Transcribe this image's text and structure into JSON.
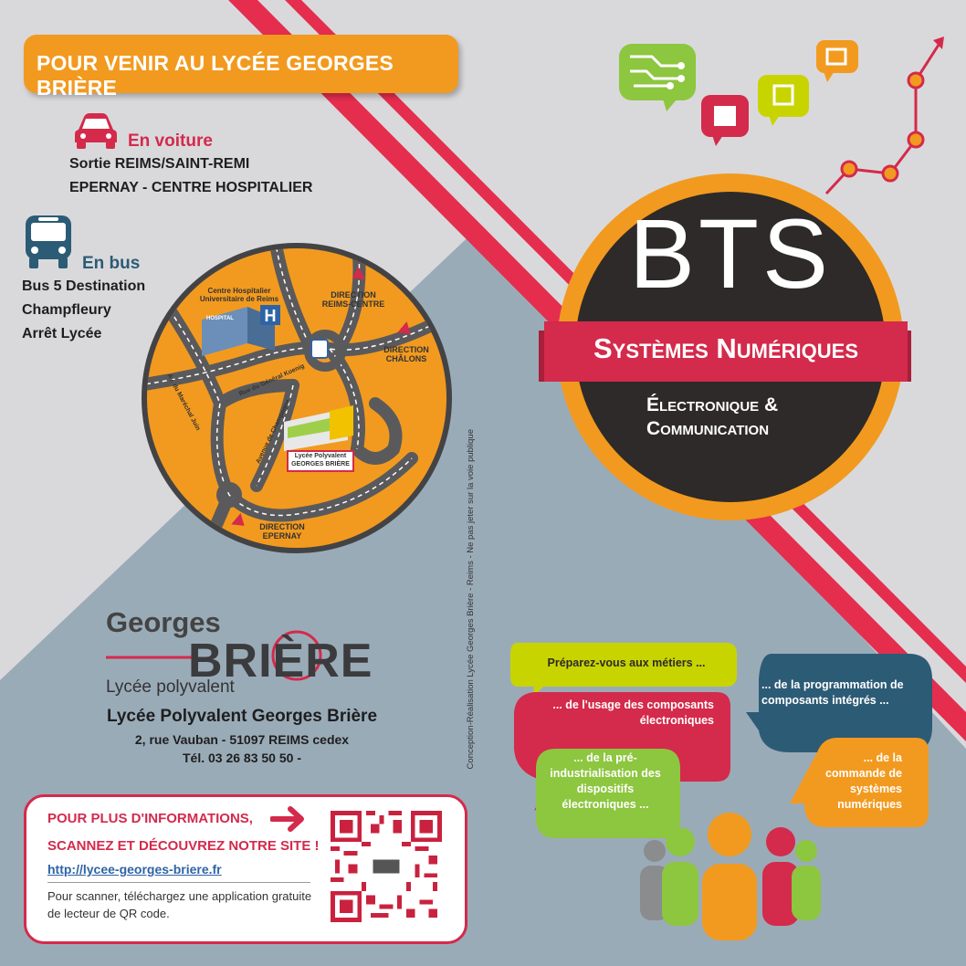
{
  "header": {
    "banner": "POUR VENIR AU LYCÉE GEORGES BRIÈRE"
  },
  "car": {
    "title": "En voiture",
    "line1": "Sortie REIMS/SAINT-REMI",
    "line2": "EPERNAY - CENTRE HOSPITALIER",
    "icon": "car-icon"
  },
  "bus": {
    "title": "En bus",
    "lines": [
      "Bus 5 Destination",
      "Champfleury",
      "Arrêt Lycée"
    ],
    "icon": "bus-icon"
  },
  "map": {
    "hospital": "Centre Hospitalier\nUniversitaire de Reims",
    "hospital_sign": "HOSPITAL",
    "dir_reims": "DIRECTION\nREIMS-CENTRE",
    "dir_chalons": "DIRECTION\nCHÂLONS",
    "dir_epernay": "DIRECTION\nEPERNAY",
    "street1": "Av. du Maréchal Juin",
    "street2": "Rue du Général Koenig",
    "street3": "Avenue de Champagne",
    "lycee_label1": "Lycée Polyvalent",
    "lycee_label2": "GEORGES BRIÈRE",
    "h_sign": "H"
  },
  "bts": {
    "title": "BTS",
    "ribbon": "Systèmes Numériques",
    "sub1": "Électronique &",
    "sub2": "Communication"
  },
  "logo": {
    "line1": "Georges",
    "line2": "BRIÈRE",
    "line3": "Lycée polyvalent"
  },
  "school": {
    "name": "Lycée Polyvalent Georges Brière",
    "address": "2, rue Vauban  - 51097 REIMS cedex",
    "tel": "Tél. 03 26 83 50 50 -"
  },
  "info": {
    "line1": "POUR PLUS D'INFORMATIONS,",
    "line2": "SCANNEZ ET DÉCOUVREZ NOTRE SITE !",
    "url": "http://lycee-georges-briere.fr",
    "note": "Pour scanner, téléchargez une application gratuite de lecteur de QR code."
  },
  "vertical_note": "Conception-Réalisation Lycée Georges Brière - Reims - Ne pas jeter sur la voie publique",
  "bubbles": {
    "b1": "Préparez-vous aux métiers ...",
    "b2": "... de l'usage des composants électroniques",
    "b3": "... de la programmation de composants intégrés ...",
    "b4": "... de la pré-industrialisation des dispositifs électroniques ...",
    "b5": "... de la commande de systèmes numériques"
  },
  "colors": {
    "orange": "#f29a1f",
    "red": "#d42a4b",
    "dark": "#2e2a29",
    "green": "#8dc63f",
    "lime": "#c8d400",
    "navy": "#2c5b76",
    "slate": "#9aabb8"
  }
}
